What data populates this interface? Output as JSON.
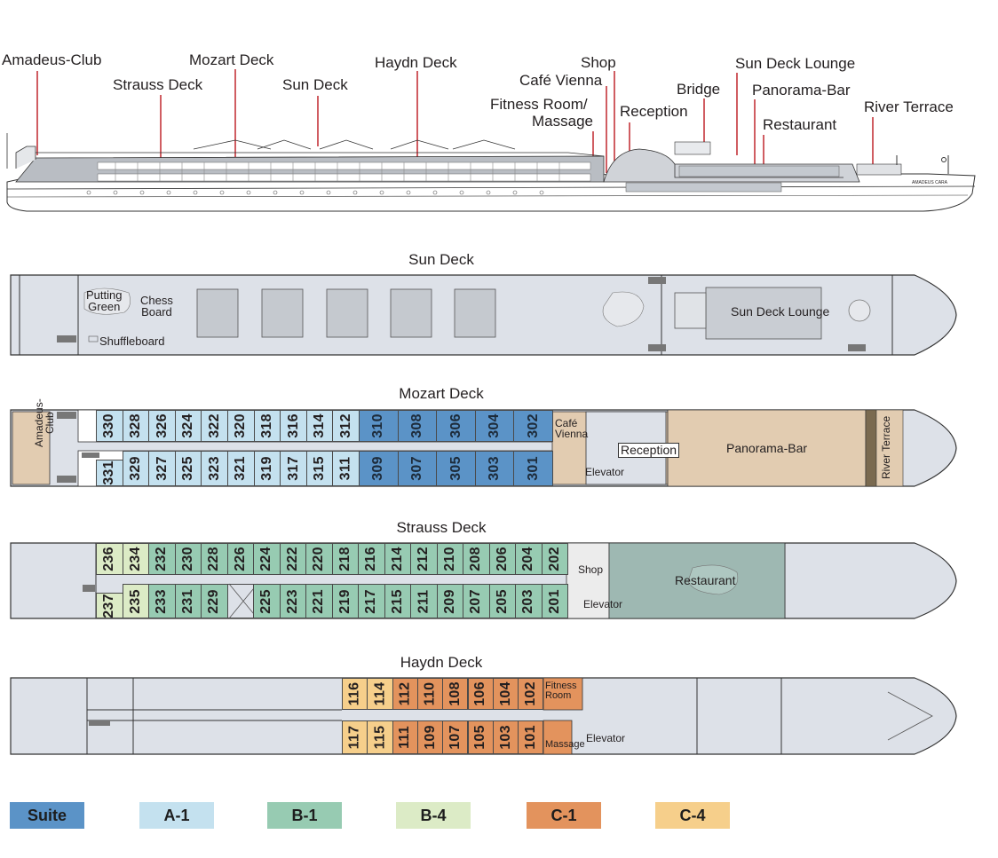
{
  "side_view": {
    "labels": {
      "amadeus_club": "Amadeus-Club",
      "mozart_deck": "Mozart Deck",
      "strauss_deck": "Strauss Deck",
      "sun_deck": "Sun Deck",
      "haydn_deck": "Haydn Deck",
      "shop": "Shop",
      "cafe_vienna": "Café Vienna",
      "fitness_room": "Fitness Room/",
      "massage": "Massage",
      "reception": "Reception",
      "bridge": "Bridge",
      "sun_deck_lounge": "Sun Deck Lounge",
      "panorama_bar": "Panorama-Bar",
      "restaurant": "Restaurant",
      "river_terrace": "River Terrace"
    },
    "ship_name": "AMADEUS CARA"
  },
  "sun_deck": {
    "title": "Sun Deck",
    "putting_green": [
      "Putting",
      "Green"
    ],
    "chess_board": [
      "Chess",
      "Board"
    ],
    "shuffleboard": "Shuffleboard",
    "lounge": "Sun Deck Lounge"
  },
  "mozart_deck": {
    "title": "Mozart Deck",
    "top_cabins": [
      {
        "n": "330",
        "c": "A-1"
      },
      {
        "n": "328",
        "c": "A-1"
      },
      {
        "n": "326",
        "c": "A-1"
      },
      {
        "n": "324",
        "c": "A-1"
      },
      {
        "n": "322",
        "c": "A-1"
      },
      {
        "n": "320",
        "c": "A-1"
      },
      {
        "n": "318",
        "c": "A-1"
      },
      {
        "n": "316",
        "c": "A-1"
      },
      {
        "n": "314",
        "c": "A-1"
      },
      {
        "n": "312",
        "c": "A-1"
      },
      {
        "n": "310",
        "c": "Suite"
      },
      {
        "n": "308",
        "c": "Suite"
      },
      {
        "n": "306",
        "c": "Suite"
      },
      {
        "n": "304",
        "c": "Suite"
      },
      {
        "n": "302",
        "c": "Suite"
      }
    ],
    "bottom_cabins": [
      {
        "n": "331",
        "c": "A-1"
      },
      {
        "n": "329",
        "c": "A-1"
      },
      {
        "n": "327",
        "c": "A-1"
      },
      {
        "n": "325",
        "c": "A-1"
      },
      {
        "n": "323",
        "c": "A-1"
      },
      {
        "n": "321",
        "c": "A-1"
      },
      {
        "n": "319",
        "c": "A-1"
      },
      {
        "n": "317",
        "c": "A-1"
      },
      {
        "n": "315",
        "c": "A-1"
      },
      {
        "n": "311",
        "c": "A-1"
      },
      {
        "n": "309",
        "c": "Suite"
      },
      {
        "n": "307",
        "c": "Suite"
      },
      {
        "n": "305",
        "c": "Suite"
      },
      {
        "n": "303",
        "c": "Suite"
      },
      {
        "n": "301",
        "c": "Suite"
      }
    ],
    "amadeus_club": [
      "Amadeus-",
      "Club"
    ],
    "cafe_vienna": [
      "Café",
      "Vienna"
    ],
    "reception": "Reception",
    "elevator": "Elevator",
    "panorama_bar": "Panorama-Bar",
    "river_terrace": "River Terrace"
  },
  "strauss_deck": {
    "title": "Strauss Deck",
    "top_cabins": [
      {
        "n": "236",
        "c": "B-4"
      },
      {
        "n": "234",
        "c": "B-4"
      },
      {
        "n": "232",
        "c": "B-1"
      },
      {
        "n": "230",
        "c": "B-1"
      },
      {
        "n": "228",
        "c": "B-1"
      },
      {
        "n": "226",
        "c": "B-1"
      },
      {
        "n": "224",
        "c": "B-1"
      },
      {
        "n": "222",
        "c": "B-1"
      },
      {
        "n": "220",
        "c": "B-1"
      },
      {
        "n": "218",
        "c": "B-1"
      },
      {
        "n": "216",
        "c": "B-1"
      },
      {
        "n": "214",
        "c": "B-1"
      },
      {
        "n": "212",
        "c": "B-1"
      },
      {
        "n": "210",
        "c": "B-1"
      },
      {
        "n": "208",
        "c": "B-1"
      },
      {
        "n": "206",
        "c": "B-1"
      },
      {
        "n": "204",
        "c": "B-1"
      },
      {
        "n": "202",
        "c": "B-1"
      }
    ],
    "bottom_cabins": [
      {
        "n": "237",
        "c": "B-4"
      },
      {
        "n": "235",
        "c": "B-4"
      },
      {
        "n": "233",
        "c": "B-1"
      },
      {
        "n": "231",
        "c": "B-1"
      },
      {
        "n": "229",
        "c": "B-1"
      },
      {
        "n": "",
        "c": "none"
      },
      {
        "n": "225",
        "c": "B-1"
      },
      {
        "n": "223",
        "c": "B-1"
      },
      {
        "n": "221",
        "c": "B-1"
      },
      {
        "n": "219",
        "c": "B-1"
      },
      {
        "n": "217",
        "c": "B-1"
      },
      {
        "n": "215",
        "c": "B-1"
      },
      {
        "n": "211",
        "c": "B-1"
      },
      {
        "n": "209",
        "c": "B-1"
      },
      {
        "n": "207",
        "c": "B-1"
      },
      {
        "n": "205",
        "c": "B-1"
      },
      {
        "n": "203",
        "c": "B-1"
      },
      {
        "n": "201",
        "c": "B-1"
      }
    ],
    "shop": "Shop",
    "elevator": "Elevator",
    "restaurant": "Restaurant"
  },
  "haydn_deck": {
    "title": "Haydn Deck",
    "top_cabins": [
      {
        "n": "116",
        "c": "C-4"
      },
      {
        "n": "114",
        "c": "C-4"
      },
      {
        "n": "112",
        "c": "C-1"
      },
      {
        "n": "110",
        "c": "C-1"
      },
      {
        "n": "108",
        "c": "C-1"
      },
      {
        "n": "106",
        "c": "C-1"
      },
      {
        "n": "104",
        "c": "C-1"
      },
      {
        "n": "102",
        "c": "C-1"
      }
    ],
    "bottom_cabins": [
      {
        "n": "117",
        "c": "C-4"
      },
      {
        "n": "115",
        "c": "C-4"
      },
      {
        "n": "111",
        "c": "C-1"
      },
      {
        "n": "109",
        "c": "C-1"
      },
      {
        "n": "107",
        "c": "C-1"
      },
      {
        "n": "105",
        "c": "C-1"
      },
      {
        "n": "103",
        "c": "C-1"
      },
      {
        "n": "101",
        "c": "C-1"
      }
    ],
    "fitness_room": [
      "Fitness",
      "Room"
    ],
    "massage": "Massage",
    "elevator": "Elevator"
  },
  "legend": [
    {
      "label": "Suite",
      "color": "#5b93c7"
    },
    {
      "label": "A-1",
      "color": "#c4e1ef"
    },
    {
      "label": "B-1",
      "color": "#97cbb2"
    },
    {
      "label": "B-4",
      "color": "#dcebc6"
    },
    {
      "label": "C-1",
      "color": "#e3935d"
    },
    {
      "label": "C-4",
      "color": "#f6cf8b"
    }
  ],
  "category_colors": {
    "Suite": "#5b93c7",
    "A-1": "#c4e1ef",
    "B-1": "#97cbb2",
    "B-4": "#dcebc6",
    "C-1": "#e3935d",
    "C-4": "#f6cf8b",
    "none": "#dde1e8"
  },
  "colors": {
    "deck_fill": "#dde1e8",
    "public_area": "#e2ccb1",
    "restaurant": "#9eb8b2",
    "leader_line": "#c1272d"
  }
}
